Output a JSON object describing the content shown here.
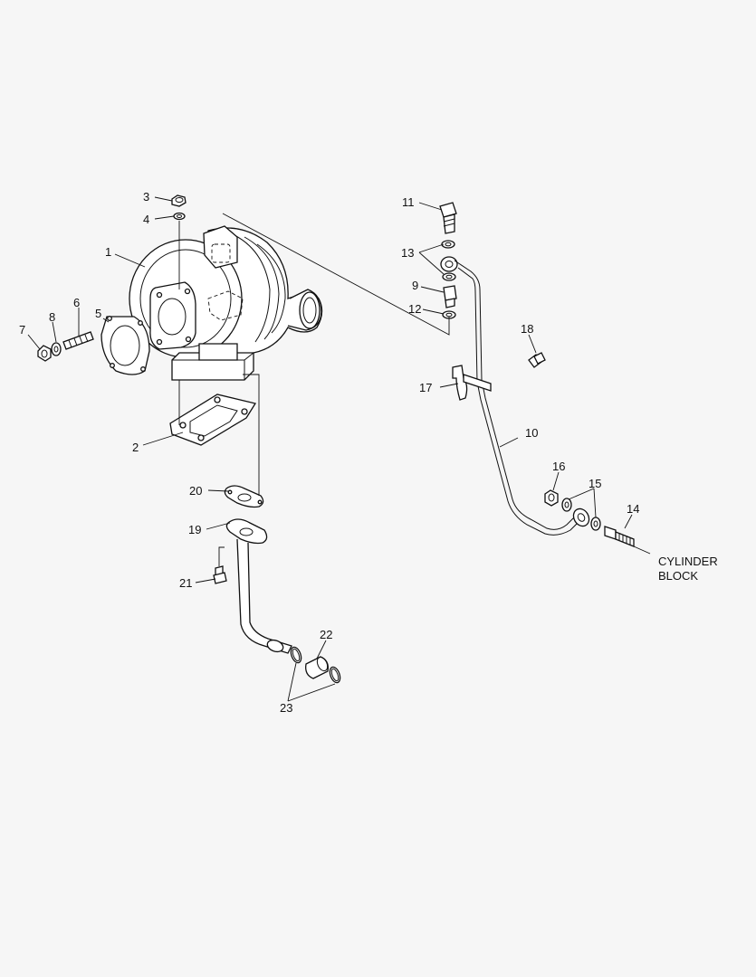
{
  "callouts": [
    {
      "key": "c1",
      "text": "1"
    },
    {
      "key": "c2",
      "text": "2"
    },
    {
      "key": "c3",
      "text": "3"
    },
    {
      "key": "c4",
      "text": "4"
    },
    {
      "key": "c5",
      "text": "5"
    },
    {
      "key": "c6",
      "text": "6"
    },
    {
      "key": "c7",
      "text": "7"
    },
    {
      "key": "c8",
      "text": "8"
    },
    {
      "key": "c9",
      "text": "9"
    },
    {
      "key": "c10",
      "text": "10"
    },
    {
      "key": "c11",
      "text": "11"
    },
    {
      "key": "c12",
      "text": "12"
    },
    {
      "key": "c13",
      "text": "13"
    },
    {
      "key": "c14",
      "text": "14"
    },
    {
      "key": "c15",
      "text": "15"
    },
    {
      "key": "c16",
      "text": "16"
    },
    {
      "key": "c17",
      "text": "17"
    },
    {
      "key": "c18",
      "text": "18"
    },
    {
      "key": "c19",
      "text": "19"
    },
    {
      "key": "c20",
      "text": "20"
    },
    {
      "key": "c21",
      "text": "21"
    },
    {
      "key": "c22",
      "text": "22"
    },
    {
      "key": "c23",
      "text": "23"
    }
  ],
  "annotation": {
    "line1": "CYLINDER",
    "line2": "BLOCK"
  }
}
